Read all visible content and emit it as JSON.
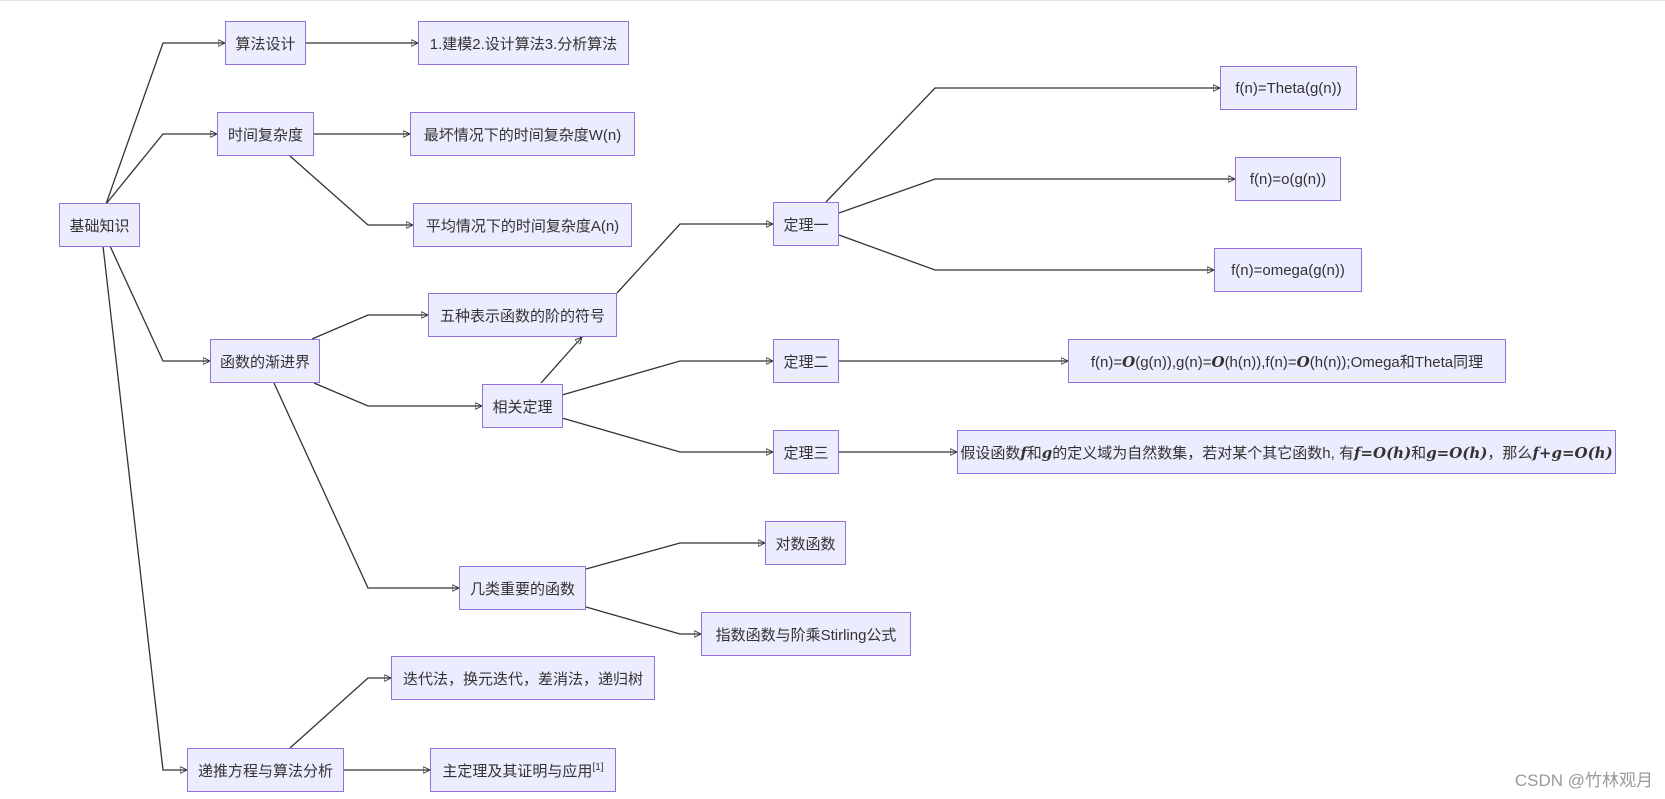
{
  "nodes": {
    "basics": "基础知识",
    "algo_design": "算法设计",
    "algo_steps": "1.建模2.设计算法3.分析算法",
    "time_complexity": "时间复杂度",
    "worst_case": "最坏情况下的时间复杂度W(n)",
    "avg_case": "平均情况下的时间复杂度A(n)",
    "asymptotic": "函数的渐进界",
    "five_symbols": "五种表示函数的阶的符号",
    "related_theorems": "相关定理",
    "important_functions": "几类重要的函数",
    "theorem1": "定理一",
    "theta": "f(n)=Theta(g(n))",
    "little_o": "f(n)=o(g(n))",
    "omega": "f(n)=omega(g(n))",
    "theorem2": "定理二",
    "theorem2_content": {
      "p1": "f(n)=",
      "s1": "O",
      "p2": "(g(n)),g(n)=",
      "s2": "O",
      "p3": "(h(n)),f(n)=",
      "s3": "O",
      "p4": "(h(n));Omega和Theta同理"
    },
    "theorem3": "定理三",
    "theorem3_content": {
      "a": "假设函数",
      "f": "f",
      "b": "和",
      "g": "g",
      "c": "的定义域为自然数集，若对某个其它函数h, 有",
      "e1": "f=O(h)",
      "d": "和",
      "e2": "g=O(h)",
      "e": "，那么",
      "e3": "f+g=O(h)"
    },
    "log_func": "对数函数",
    "exp_factorial": "指数函数与阶乘Stirling公式",
    "recurrence": "递推方程与算法分析",
    "iteration_methods": "迭代法，换元迭代，差消法，递归树",
    "master_theorem": "主定理及其证明与应用",
    "master_theorem_ref": "[1]"
  },
  "watermark": "CSDN @竹林观月"
}
